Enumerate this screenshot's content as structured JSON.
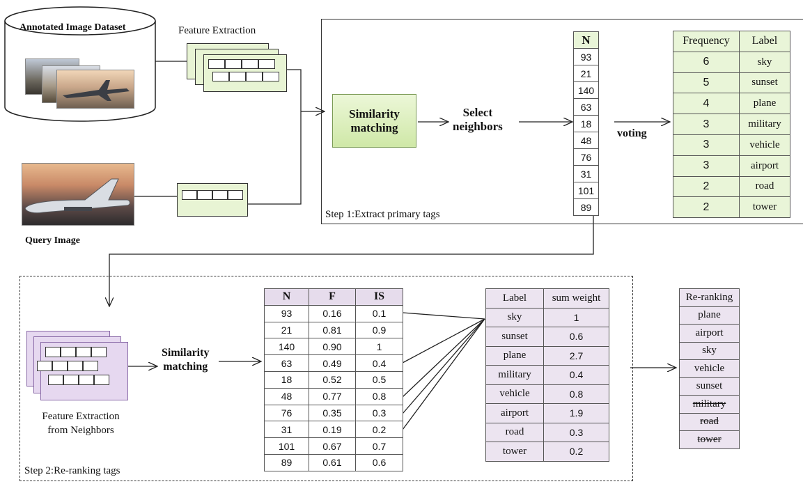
{
  "dataset": {
    "title": "Annotated Image Dataset"
  },
  "feature_extraction": {
    "label": "Feature Extraction"
  },
  "query": {
    "label": "Query Image"
  },
  "step1": {
    "similarity": {
      "line1": "Similarity",
      "line2": "matching"
    },
    "select": {
      "line1": "Select",
      "line2": "neighbors"
    },
    "voting": "voting",
    "caption": "Step 1:Extract primary tags",
    "neighbors": {
      "header": "N",
      "values": [
        "93",
        "21",
        "140",
        "63",
        "18",
        "48",
        "76",
        "31",
        "101",
        "89"
      ]
    },
    "frequency": {
      "headers": [
        "Frequency",
        "Label"
      ],
      "rows": [
        {
          "freq": "6",
          "label": "sky"
        },
        {
          "freq": "5",
          "label": "sunset"
        },
        {
          "freq": "4",
          "label": "plane"
        },
        {
          "freq": "3",
          "label": "military"
        },
        {
          "freq": "3",
          "label": "vehicle"
        },
        {
          "freq": "3",
          "label": "airport"
        },
        {
          "freq": "2",
          "label": "road"
        },
        {
          "freq": "2",
          "label": "tower"
        }
      ]
    }
  },
  "step2": {
    "caption": "Step 2:Re-ranking tags",
    "feature_label": {
      "line1": "Feature Extraction",
      "line2": "from Neighbors"
    },
    "similarity": {
      "line1": "Similarity",
      "line2": "matching"
    },
    "nfis": {
      "headers": [
        "N",
        "F",
        "IS"
      ],
      "rows": [
        [
          "93",
          "0.16",
          "0.1"
        ],
        [
          "21",
          "0.81",
          "0.9"
        ],
        [
          "140",
          "0.90",
          "1"
        ],
        [
          "63",
          "0.49",
          "0.4"
        ],
        [
          "18",
          "0.52",
          "0.5"
        ],
        [
          "48",
          "0.77",
          "0.8"
        ],
        [
          "76",
          "0.35",
          "0.3"
        ],
        [
          "31",
          "0.19",
          "0.2"
        ],
        [
          "101",
          "0.67",
          "0.7"
        ],
        [
          "89",
          "0.61",
          "0.6"
        ]
      ]
    },
    "sumweight": {
      "headers": [
        "Label",
        "sum weight"
      ],
      "rows": [
        [
          "sky",
          "1"
        ],
        [
          "sunset",
          "0.6"
        ],
        [
          "plane",
          "2.7"
        ],
        [
          "military",
          "0.4"
        ],
        [
          "vehicle",
          "0.8"
        ],
        [
          "airport",
          "1.9"
        ],
        [
          "road",
          "0.3"
        ],
        [
          "tower",
          "0.2"
        ]
      ]
    },
    "rerank": {
      "header": "Re-ranking",
      "items": [
        {
          "label": "plane",
          "removed": false
        },
        {
          "label": "airport",
          "removed": false
        },
        {
          "label": "sky",
          "removed": false
        },
        {
          "label": "vehicle",
          "removed": false
        },
        {
          "label": "sunset",
          "removed": false
        },
        {
          "label": "military",
          "removed": true
        },
        {
          "label": "road",
          "removed": true
        },
        {
          "label": "tower",
          "removed": true
        }
      ]
    }
  },
  "colors": {
    "green_fill": "#e9f5d8",
    "purple_fill": "#ece4f0",
    "border": "#333333"
  }
}
